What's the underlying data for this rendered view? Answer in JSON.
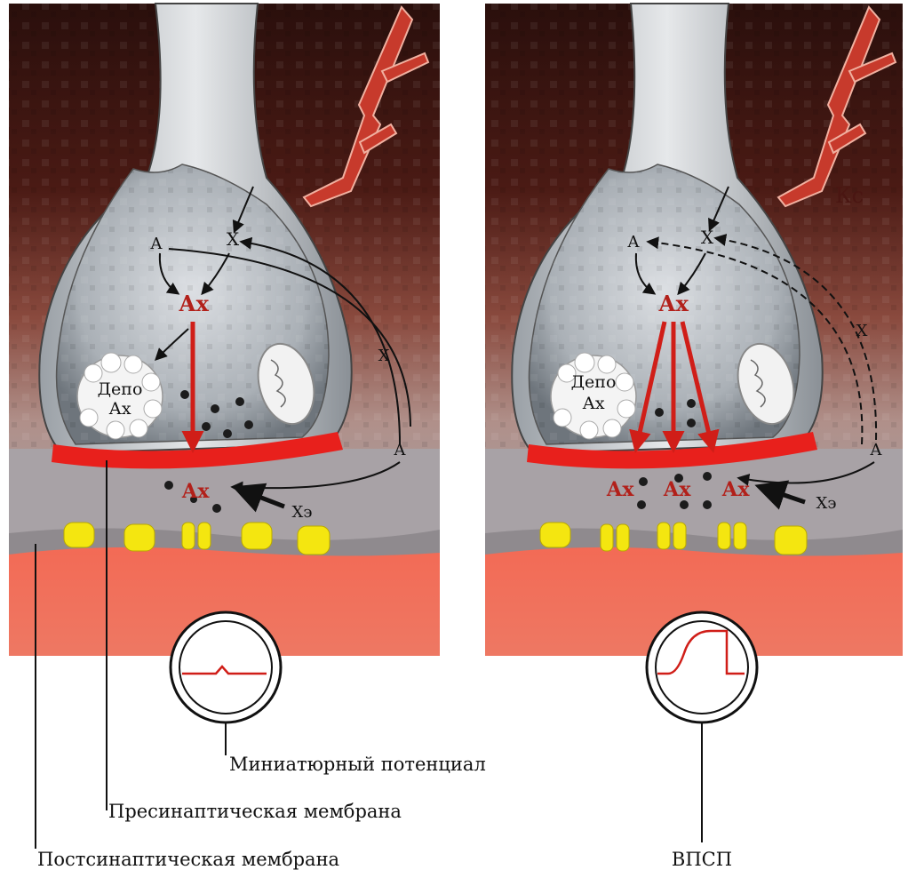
{
  "left_panel": {
    "a_top": "А",
    "x_top": "Х",
    "ax_center": "Ах",
    "depot_line1": "Депо",
    "depot_line2": "Ах",
    "x_side": "Х",
    "a_side": "А",
    "ax_cleft": "Ах",
    "ch": "Хэ"
  },
  "right_panel": {
    "a_top": "А",
    "x_top": "Х",
    "ax_center": "Ах",
    "depot_line1": "Депо",
    "depot_line2": "Ах",
    "x_side": "Х",
    "a_side": "А",
    "ax_cleft_1": "Ах",
    "ax_cleft_2": "Ах",
    "ax_cleft_3": "Ах",
    "ch": "Хэ",
    "corner_text": "Кс"
  },
  "captions": {
    "miniature": "Миниатюрный потенциал",
    "presynaptic": "Пресинаптическая мембрана",
    "postsynaptic": "Постсинаптическая мембрана",
    "epsp": "ВПСП"
  },
  "colors": {
    "membrane_red": "#e8201c",
    "receptor_yellow": "#f4e610",
    "muscle_pink": "#ef6f5a",
    "label_red": "#b2201a"
  }
}
